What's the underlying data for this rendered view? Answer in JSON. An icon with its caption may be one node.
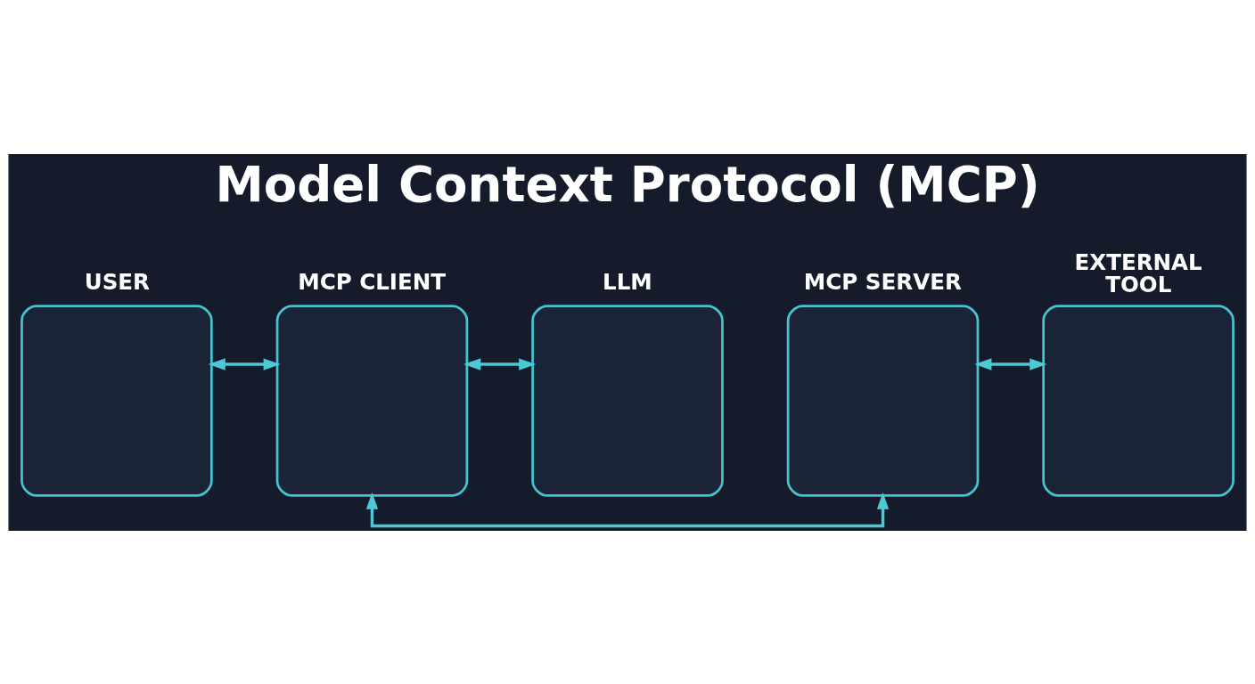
{
  "diagram": {
    "title": "Model Context Protocol (MCP)",
    "nodes": [
      {
        "text": [
          "USER"
        ]
      },
      {
        "text": [
          "MCP CLIENT"
        ]
      },
      {
        "text": [
          "LLM"
        ]
      },
      {
        "text": [
          "MCP SERVER"
        ]
      },
      {
        "text": [
          "EXTERNAL TOOL"
        ]
      }
    ],
    "edges": [
      {
        "from": 0,
        "to": 1,
        "arrow": "both"
      },
      {
        "from": 1,
        "to": 2,
        "arrow": "both"
      },
      {
        "from": 3,
        "to": 4,
        "arrow": "both"
      },
      {
        "from": 1,
        "to": 3,
        "arrow": "both"
      }
    ]
  }
}
